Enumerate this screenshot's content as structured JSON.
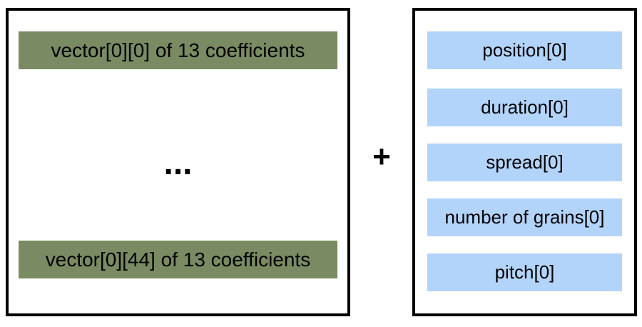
{
  "left_panel": {
    "first_vector": "vector[0][0] of 13 coefficients",
    "ellipsis": "...",
    "last_vector": "vector[0][44] of 13 coefficients"
  },
  "operator": "+",
  "right_panel": {
    "params": [
      "position[0]",
      "duration[0]",
      "spread[0]",
      "number of grains[0]",
      "pitch[0]"
    ]
  },
  "colors": {
    "vector_fill": "#7a8a62",
    "param_fill": "#b3d4fa",
    "border": "#000000"
  }
}
